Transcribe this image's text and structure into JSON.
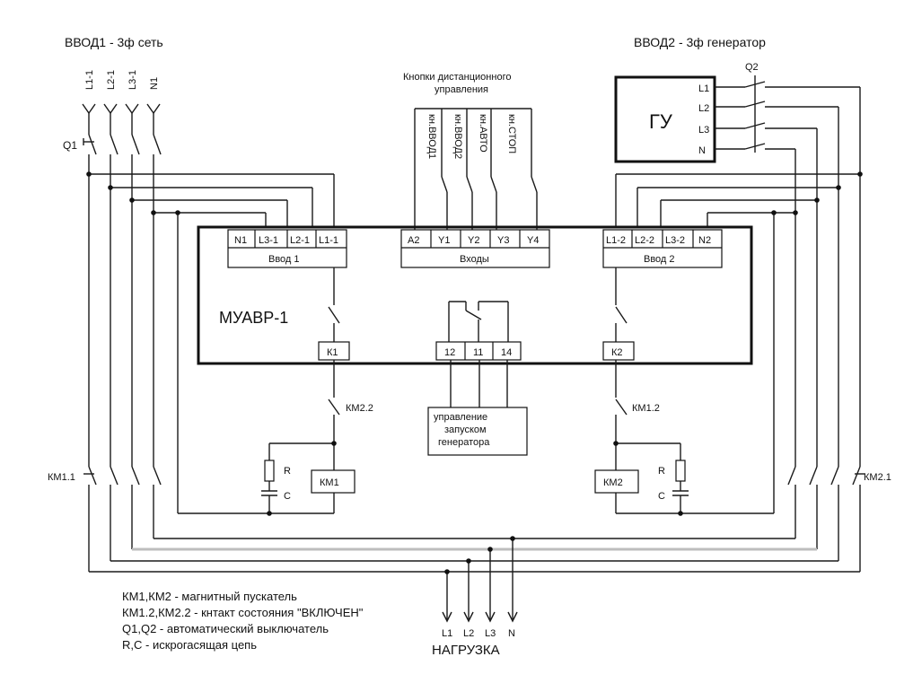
{
  "title_input1": "ВВОД1 - 3ф сеть",
  "title_input2": "ВВОД2 - 3ф генератор",
  "remote_buttons_title_line1": "Кнопки дистанционного",
  "remote_buttons_title_line2": "управления",
  "supply1_lines": [
    "L1-1",
    "L2-1",
    "L3-1",
    "N1"
  ],
  "buttons": [
    "кн.ВВОД1",
    "кн.ВВОД2",
    "кн.АВТО",
    "кн.СТОП"
  ],
  "generator_label": "ГУ",
  "generator_terminals": [
    "L1",
    "L2",
    "L3",
    "N"
  ],
  "breaker1": "Q1",
  "breaker2": "Q2",
  "module_name": "МУАВР-1",
  "input1_terminals": [
    "N1",
    "L3-1",
    "L2-1",
    "L1-1"
  ],
  "input1_label": "Ввод 1",
  "inputs_terminals": [
    "A2",
    "Y1",
    "Y2",
    "Y3",
    "Y4"
  ],
  "inputs_label": "Входы",
  "input2_terminals": [
    "L1-2",
    "L2-2",
    "L3-2",
    "N2"
  ],
  "input2_label": "Ввод 2",
  "relay_terminals": [
    "12",
    "11",
    "14"
  ],
  "k1_label": "К1",
  "k2_label": "К2",
  "contact_km22": "КМ2.2",
  "contact_km12": "КМ1.2",
  "generator_start_lines": [
    "управление",
    "запуском",
    "генератора"
  ],
  "coil_km1": "КМ1",
  "coil_km2": "КМ2",
  "r_label": "R",
  "c_label": "C",
  "contactor1": "КМ1.1",
  "contactor2": "КМ2.1",
  "load_lines": [
    "L1",
    "L2",
    "L3",
    "N"
  ],
  "load_title": "НАГРУЗКА",
  "legend": [
    "КМ1,КМ2 - магнитный пускатель",
    "КМ1.2,КМ2.2 - кнтакт состояния \"ВКЛЮЧЕН\"",
    "Q1,Q2 - автоматический выключатель",
    "R,C - искрогасящая цепь"
  ]
}
